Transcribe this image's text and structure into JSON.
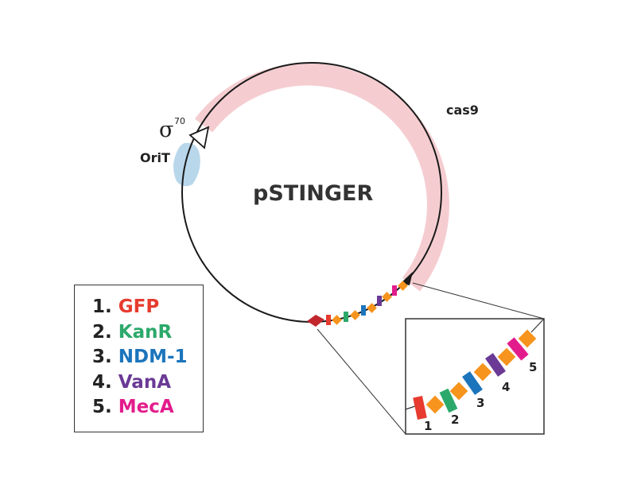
{
  "plasmid": {
    "name": "pSTINGER",
    "cas9_label": "cas9",
    "orit_label": "OriT",
    "promoter_symbol": "σ",
    "promoter_superscript": "70"
  },
  "legend": [
    {
      "num": "1.",
      "name": "GFP",
      "color": "#e63b2e"
    },
    {
      "num": "2.",
      "name": "KanR",
      "color": "#2ba96a"
    },
    {
      "num": "3.",
      "name": "NDM-1",
      "color": "#1c75bc"
    },
    {
      "num": "4.",
      "name": "VanA",
      "color": "#6a3a96"
    },
    {
      "num": "5.",
      "name": "MecA",
      "color": "#e31c8c"
    }
  ],
  "inset_numbers": [
    "1",
    "2",
    "3",
    "4",
    "5"
  ],
  "colors": {
    "cas9_band": "#f5cdd1",
    "orit_band": "#b9d7ea",
    "spacer": "#f7941d",
    "terminator": "#c1272d",
    "backbone": "#1a1a1a"
  }
}
